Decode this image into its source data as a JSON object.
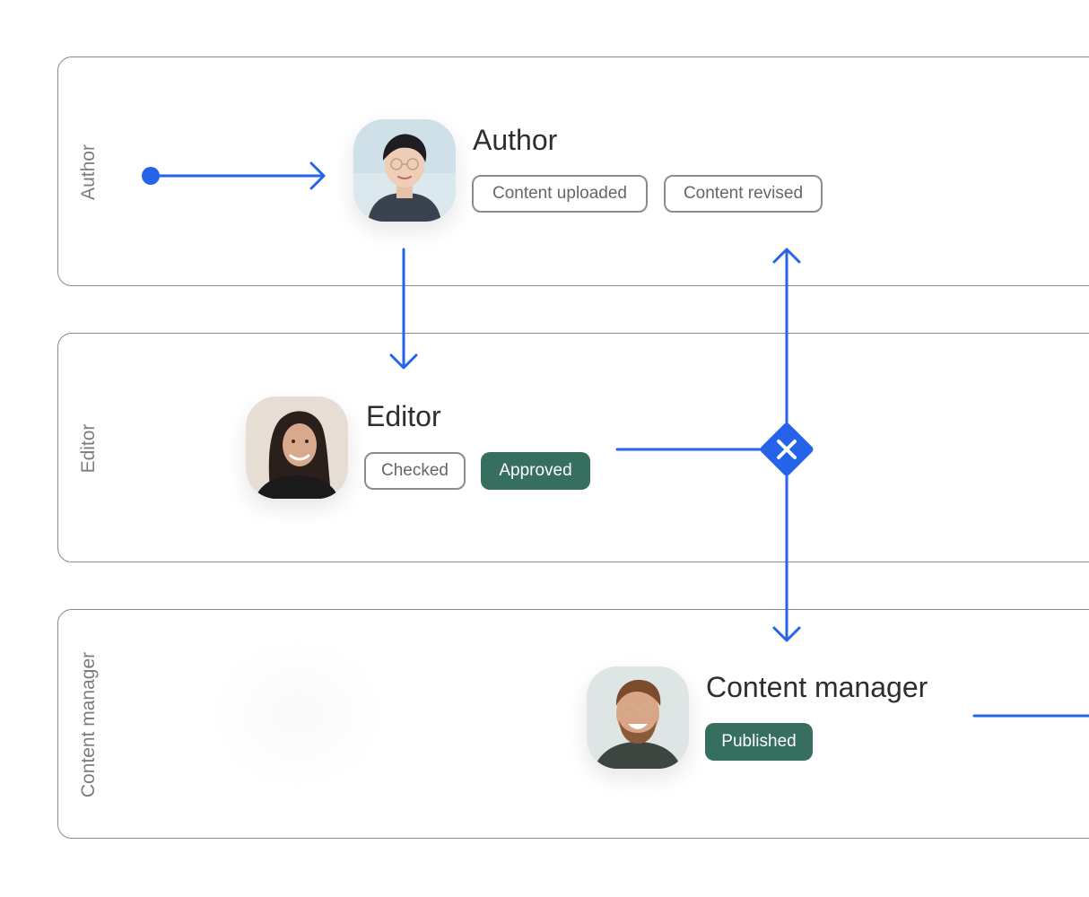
{
  "lanes": [
    {
      "label": "Author"
    },
    {
      "label": "Editor"
    },
    {
      "label": "Content manager"
    }
  ],
  "roles": {
    "author": {
      "title": "Author",
      "chips": [
        {
          "label": "Content uploaded",
          "style": "outline"
        },
        {
          "label": "Content revised",
          "style": "outline"
        }
      ]
    },
    "editor": {
      "title": "Editor",
      "chips": [
        {
          "label": "Checked",
          "style": "outline"
        },
        {
          "label": "Approved",
          "style": "filled"
        }
      ]
    },
    "content_manager": {
      "title": "Content manager",
      "chips": [
        {
          "label": "Published",
          "style": "filled"
        }
      ]
    }
  },
  "icons": {
    "start_node": "start-dot-icon",
    "gateway": "exclusive-gateway-x-icon",
    "avatar_author": "person-avatar",
    "avatar_editor": "person-avatar",
    "avatar_manager": "person-avatar"
  },
  "colors": {
    "flow": "#2563eb",
    "approved_chip": "#366f5f",
    "lane_border": "#8a8a8a",
    "lane_label": "#7c7c7c"
  }
}
